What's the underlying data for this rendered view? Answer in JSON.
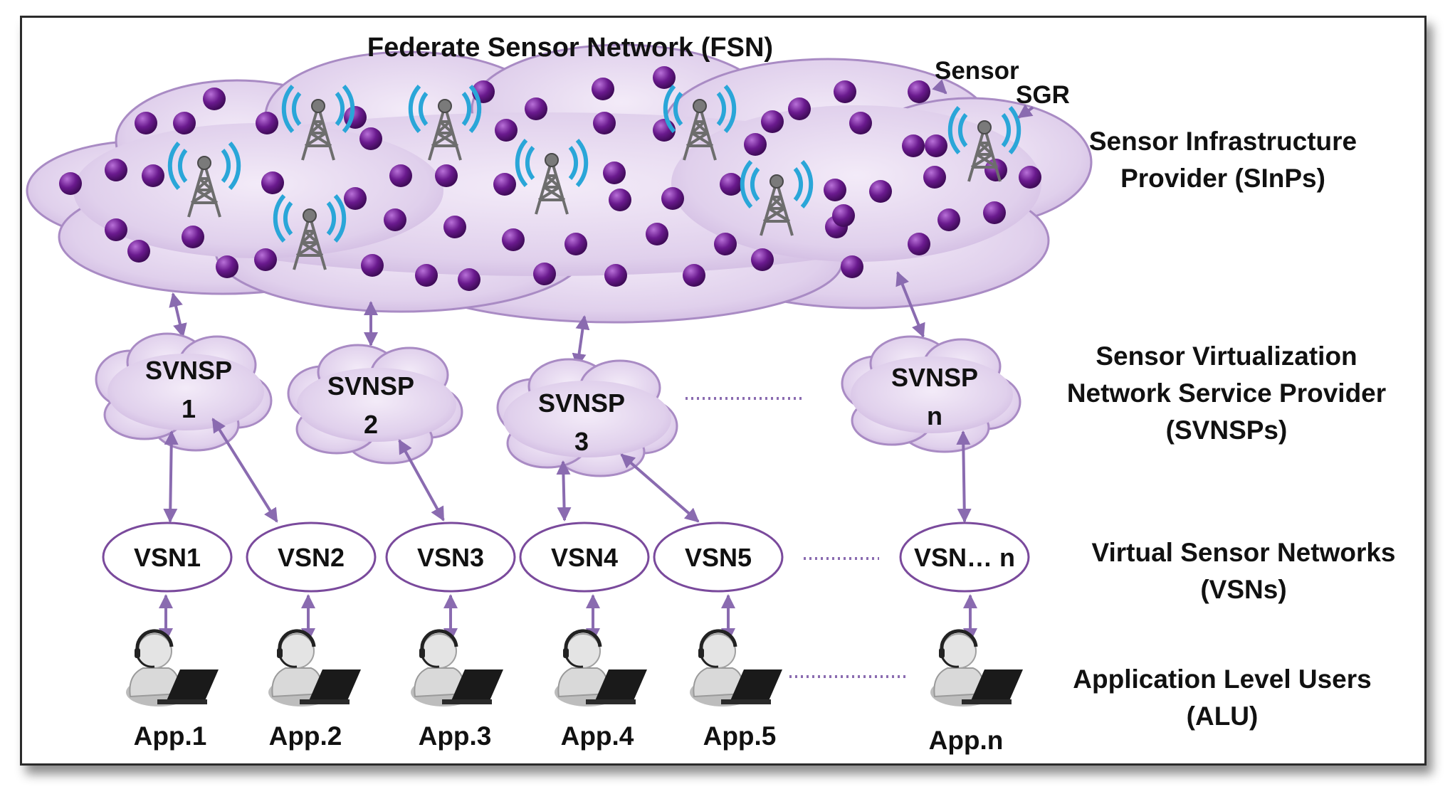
{
  "diagram": {
    "title": "Federate Sensor Network (FSN)",
    "callouts": {
      "sensor": "Sensor",
      "sgr": "SGR"
    },
    "layers": [
      {
        "id": "sinps",
        "lines": [
          "Sensor Infrastructure",
          "Provider (SInPs)"
        ]
      },
      {
        "id": "svnsps",
        "lines": [
          "Sensor Virtualization",
          "Network Service Provider",
          "(SVNSPs)"
        ]
      },
      {
        "id": "vsns",
        "lines": [
          "Virtual Sensor Networks",
          "(VSNs)"
        ]
      },
      {
        "id": "alu",
        "lines": [
          "Application Level Users",
          "(ALU)"
        ]
      }
    ],
    "svnsps": [
      {
        "label": "SVNSP",
        "index": "1"
      },
      {
        "label": "SVNSP",
        "index": "2"
      },
      {
        "label": "SVNSP",
        "index": "3"
      },
      {
        "label": "SVNSP",
        "index": "n"
      }
    ],
    "vsns": [
      "VSN1",
      "VSN2",
      "VSN3",
      "VSN4",
      "VSN5",
      "VSN… n"
    ],
    "apps": [
      "App.1",
      "App.2",
      "App.3",
      "App.4",
      "App.5",
      "App.n"
    ],
    "colors": {
      "cloud_fill": "#dccbea",
      "cloud_edge": "#a98bc4",
      "sensor_dot": "#6a1a8e",
      "arrow": "#8a6bb0",
      "vsn_border": "#7a4a9c",
      "dotted_link": "#8a6bb0"
    },
    "icons": {
      "gateway": "radio-tower-icon",
      "user": "user-laptop-icon"
    }
  }
}
